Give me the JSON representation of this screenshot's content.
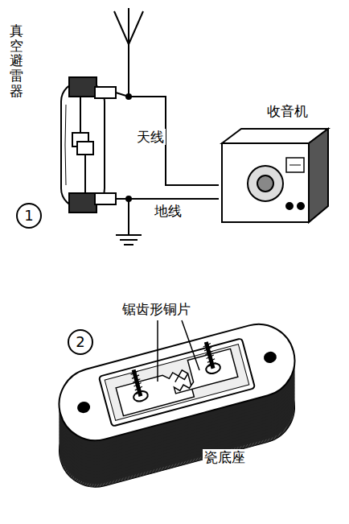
{
  "diagram": {
    "nodes": [
      {
        "text": [
          "真空避雷器"
        ]
      },
      {
        "text": [
          "收音机"
        ]
      }
    ],
    "edges": [
      {
        "from": 0,
        "to": 1,
        "arrow": "none",
        "label": "天线"
      },
      {
        "from": 0,
        "to": 1,
        "arrow": "none",
        "label": "地线"
      }
    ],
    "labels": [
      "1",
      "2",
      "锯齿形铜片",
      "瓷底座"
    ]
  }
}
